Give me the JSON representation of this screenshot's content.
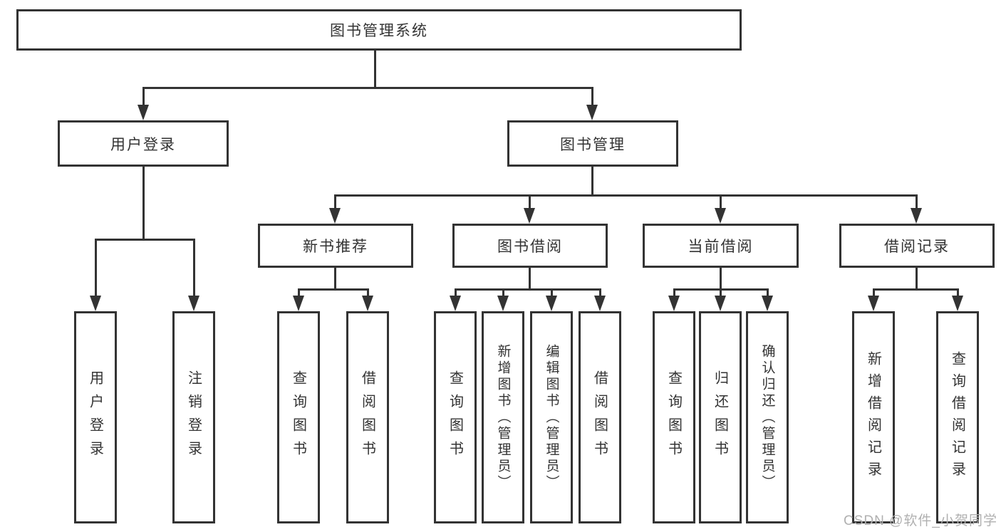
{
  "tree": {
    "root": "图书管理系统",
    "level2": [
      "用户登录",
      "图书管理"
    ],
    "level3": [
      "新书推荐",
      "图书借阅",
      "当前借阅",
      "借阅记录"
    ],
    "leaves": {
      "login": [
        "用户登录",
        "注销登录"
      ],
      "recommend": [
        "查询图书",
        "借阅图书"
      ],
      "borrow": [
        "查询图书",
        "新增图书（管理员）",
        "编辑图书（管理员）",
        "借阅图书"
      ],
      "current": [
        "查询图书",
        "归还图书",
        "确认归还（管理员）"
      ],
      "records": [
        "新增借阅记录",
        "查询借阅记录"
      ]
    }
  },
  "watermark": {
    "text": "CSDN @软件_小贺同学"
  },
  "colors": {
    "line": "#333333",
    "text": "#333333",
    "watermark": "#b0b0b0",
    "background": "#ffffff"
  }
}
